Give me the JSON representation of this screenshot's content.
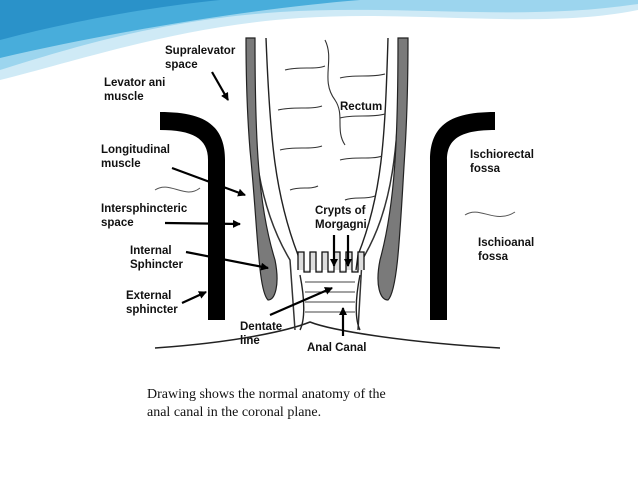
{
  "slide": {
    "header_colors": [
      "#cfeaf6",
      "#8fd0ec",
      "#3fa9d8"
    ]
  },
  "diagram": {
    "labels": {
      "supralevator_1": "Supralevator",
      "supralevator_2": "space",
      "levator_1": "Levator ani",
      "levator_2": "muscle",
      "longitudinal_1": "Longitudinal",
      "longitudinal_2": "muscle",
      "intersphincteric_1": "Intersphincteric",
      "intersphincteric_2": "space",
      "internal_1": "Internal",
      "internal_2": "Sphincter",
      "external_1": "External",
      "external_2": "sphincter",
      "dentate_1": "Dentate",
      "dentate_2": "line",
      "anal_canal": "Anal Canal",
      "crypts_1": "Crypts of",
      "crypts_2": "Morgagni",
      "rectum": "Rectum",
      "ischiorectal_1": "Ischiorectal",
      "ischiorectal_2": "fossa",
      "ischioanal_1": "Ischioanal",
      "ischioanal_2": "fossa"
    }
  },
  "caption": {
    "line1": "Drawing shows the normal anatomy of the",
    "line2": "anal canal in the coronal plane."
  }
}
